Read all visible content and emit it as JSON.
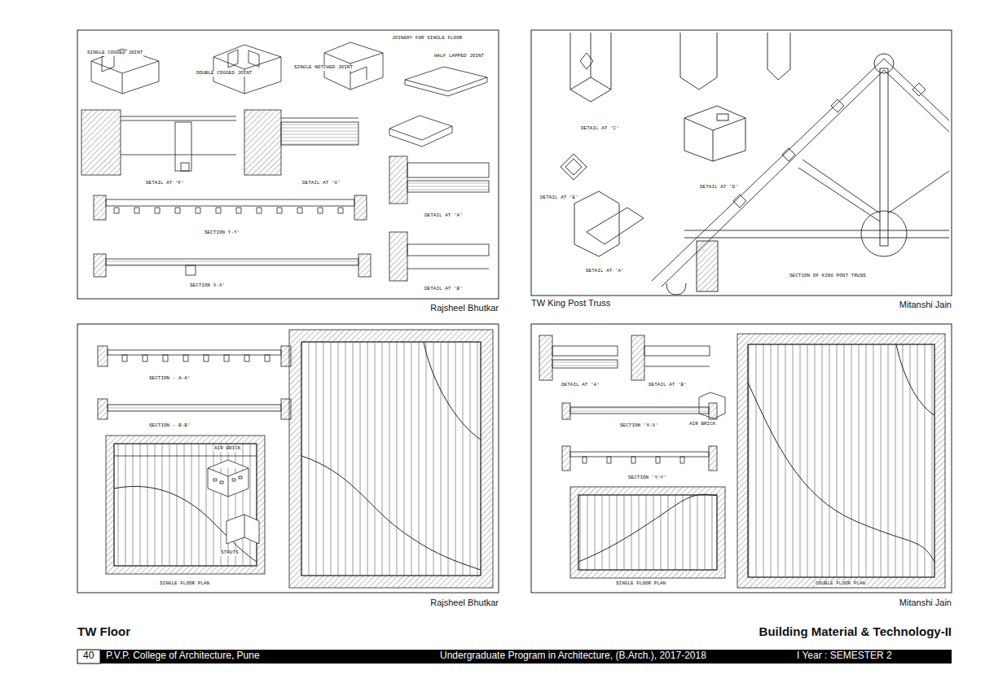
{
  "diagram": {
    "labels": [
      "JOINERY FOR SINGLE FLOOR",
      "SINGLE COGGED JOINT",
      "DOUBLE COGGED JOINT",
      "SINGLE NOTCHED JOINT",
      "HALF LAPPED JOINT",
      "DETAIL AT 'F'",
      "DETAIL AT 'G'",
      "SECTION Y-Y'",
      "SECTION X-X'",
      "DETAIL AT 'A'",
      "DETAIL AT 'B'",
      "DETAIL AT 'C'",
      "DETAIL AT 'D'",
      "DETAIL AT 'E'",
      "DETAIL AT 'A'",
      "SECTION OF KING POST TRUSS",
      "SECTION - A-A'",
      "SECTION - B-B'",
      "AIR BRICK",
      "STRUTS",
      "SINGLE FLOOR PLAN",
      "DETAIL AT 'A'",
      "DETAIL AT 'B'",
      "AIR BRICK",
      "SECTION 'X-X'",
      "SECTION 'Y-Y'",
      "SINGLE FLOOR PLAN",
      "DOUBLE FLOOR PLAN",
      "Rajsheel Bhutkar",
      "TW King Post Truss",
      "Mitanshi Jain",
      "Rajsheel Bhutkar",
      "Mitanshi Jain",
      "TW Floor",
      "Building Material & Technology-II",
      "40",
      "P.V.P. College of Architecture, Pune",
      "Undergraduate Program in Architecture, (B.Arch.), 2017-2018",
      "I Year : SEMESTER 2"
    ]
  }
}
